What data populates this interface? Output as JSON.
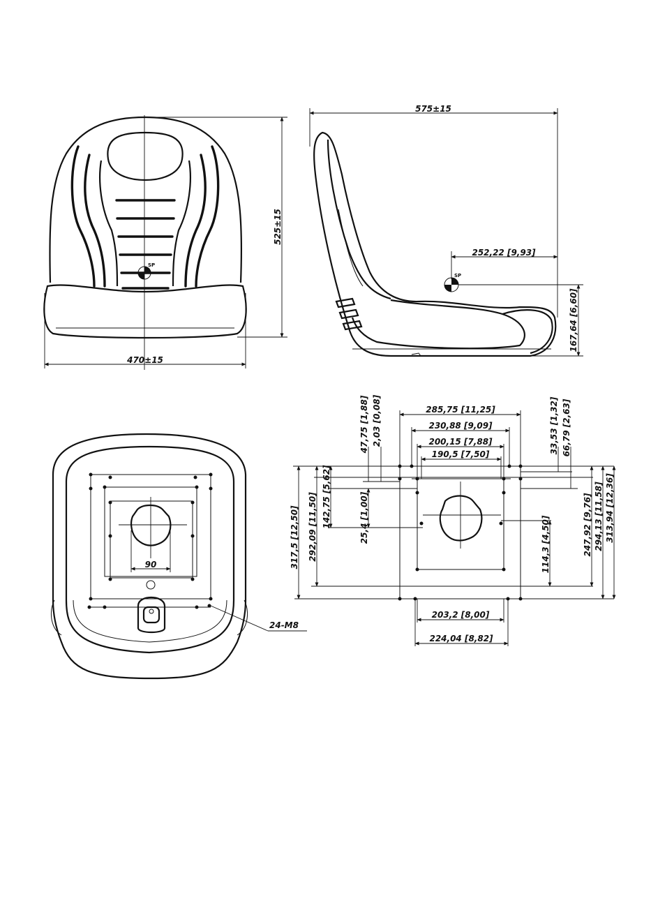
{
  "front_view": {
    "width": "470±15",
    "height": "525±15",
    "sp_label": "SP"
  },
  "side_view": {
    "depth": "575±15",
    "sp_offset": "252,22 [9,93]",
    "sp_height": "167,64 [6,60]",
    "sp_label": "SP"
  },
  "bottom_view": {
    "hole_distance": "90",
    "thread_callout": "24-M8"
  },
  "mounting_plan": {
    "top": [
      "285,75 [11,25]",
      "230,88 [9,09]",
      "200,15 [7,88]",
      "190,5 [7,50]"
    ],
    "left": [
      "47,75 [1,88]",
      "2,03 [0,08]",
      "142,75 [5,62]",
      "25,4 [1,00]",
      "292,09 [11,50]",
      "317,5 [12,50]"
    ],
    "right": [
      "33,53 [1,32]",
      "66,79 [2,63]",
      "114,3 [4,50]",
      "247,92 [9,76]",
      "294,13 [11,58]",
      "313,94 [12,36]"
    ],
    "bottom": [
      "203,2 [8,00]",
      "224,04 [8,82]"
    ]
  }
}
